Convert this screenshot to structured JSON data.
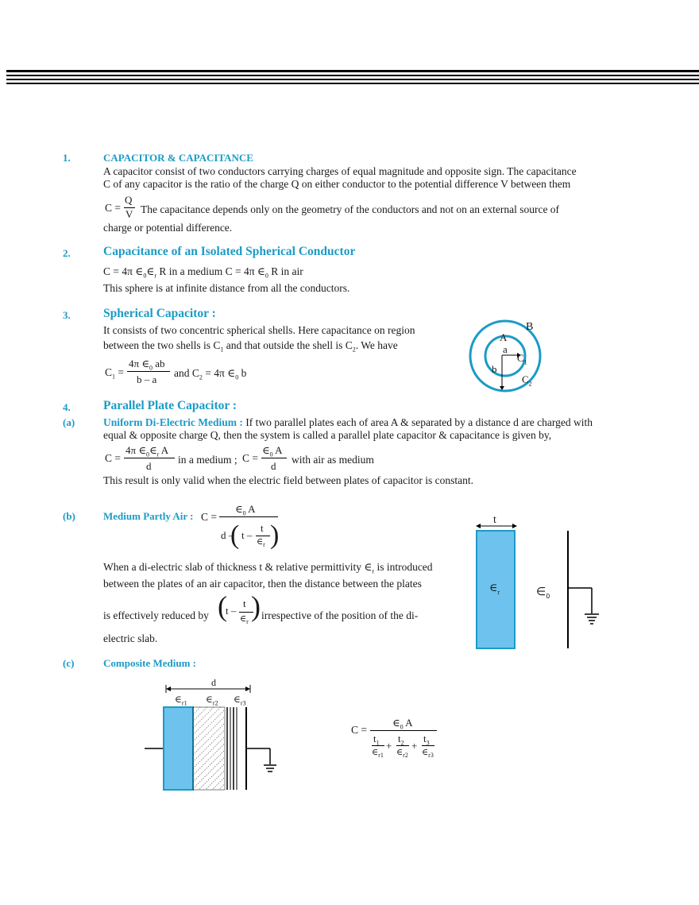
{
  "s1": {
    "num": "1.",
    "title": "CAPACITOR & CAPACITANCE",
    "p1": "A capacitor consist of two conductors carrying charges of equal magnitude and opposite sign. The capacitance",
    "p2": "C of any capacitor is the ratio of the charge Q on either conductor to the potential difference V between them",
    "eq_lhs": "C =",
    "eq_num": "Q",
    "eq_den": "V",
    "p3": "The capacitance depends only on the geometry of the conductors and not on an external source of",
    "p4": "charge or potential difference."
  },
  "s2": {
    "num": "2.",
    "title": "Capacitance of an Isolated Spherical Conductor",
    "eq_a": "C  =  4π ∈",
    "eq_b": "R  in a medium C = 4π ∈",
    "eq_c": "R  in air",
    "p1": "This sphere is at infinite distance from all the conductors."
  },
  "s3": {
    "num": "3.",
    "title": "Spherical Capacitor :",
    "p1": "It consists of two concentric spherical shells. Here capacitance on region",
    "p2a": "between the two shells is C",
    "p2b": " and that outside the shell is C",
    "p2c": ". We have",
    "c1_lhs": "C",
    "c1_num": "4π ∈",
    "c1_num_b": " ab",
    "c1_den": "b – a",
    "and": "and  C",
    "c2_rhs": " = 4π ∈",
    "c2_end": " b",
    "fig": {
      "B": "B",
      "A": "A",
      "a": "a",
      "b": "b",
      "C1": "C",
      "C2": "C"
    }
  },
  "s4": {
    "num": "4.",
    "title": "Parallel Plate Capacitor :",
    "a_num": "(a)",
    "a_title": "Uniform Di-Electric Medium :",
    "a_p1": " If two parallel plates each of area A & separated by a distance d are charged with",
    "a_p2": "equal & opposite charge Q, then the system is called a parallel plate capacitor & capacitance is given by,",
    "a_eq1_lhs": "C =",
    "a_eq1_num": "4π ∈",
    "a_eq1_num_b": " A",
    "a_eq1_den": "d",
    "a_mid": "in a medium ;",
    "a_eq2_lhs": "C =",
    "a_eq2_num": "∈",
    "a_eq2_num_b": " A",
    "a_eq2_den": "d",
    "a_end": "with air as medium",
    "a_p3": "This result is only valid when the electric field between plates of capacitor is constant.",
    "b_num": "(b)",
    "b_title": "Medium Partly Air :",
    "b_eq_lhs": "C =",
    "b_eq_num": "∈",
    "b_eq_num_b": " A",
    "b_den_d": "d –",
    "b_den_t": "t –",
    "b_inner_num": "t",
    "b_inner_den": "∈",
    "b_p1a": "When a di-electric slab of thickness t & relative permittivity ∈",
    "b_p1b": " is introduced",
    "b_p2": " between the plates of an air capacitor, then the distance between the plates",
    "b_p3a": "is effectively reduced by",
    "b_p3b": "irrespective of the position of the di-",
    "b_p4": "electric slab.",
    "b_fig_t": "t",
    "b_fig_er": "∈",
    "b_fig_e0": "∈",
    "c_num": "(c)",
    "c_title": "Composite Medium :",
    "c_fig_d": "d",
    "c_fig_e": "∈",
    "c_eq_lhs": "C =",
    "c_eq_num": "∈",
    "c_eq_num_b": " A",
    "c_t1": "t",
    "c_t2": "t",
    "c_t3": "t",
    "c_e": "∈",
    "plus": "+"
  },
  "subs": {
    "zero": "0",
    "r": "r",
    "one": "1",
    "two": "2",
    "three": "3"
  },
  "colors": {
    "accent": "#1b9bc6",
    "slab": "#6ec3ee",
    "slab_border": "#1b9bc6"
  }
}
